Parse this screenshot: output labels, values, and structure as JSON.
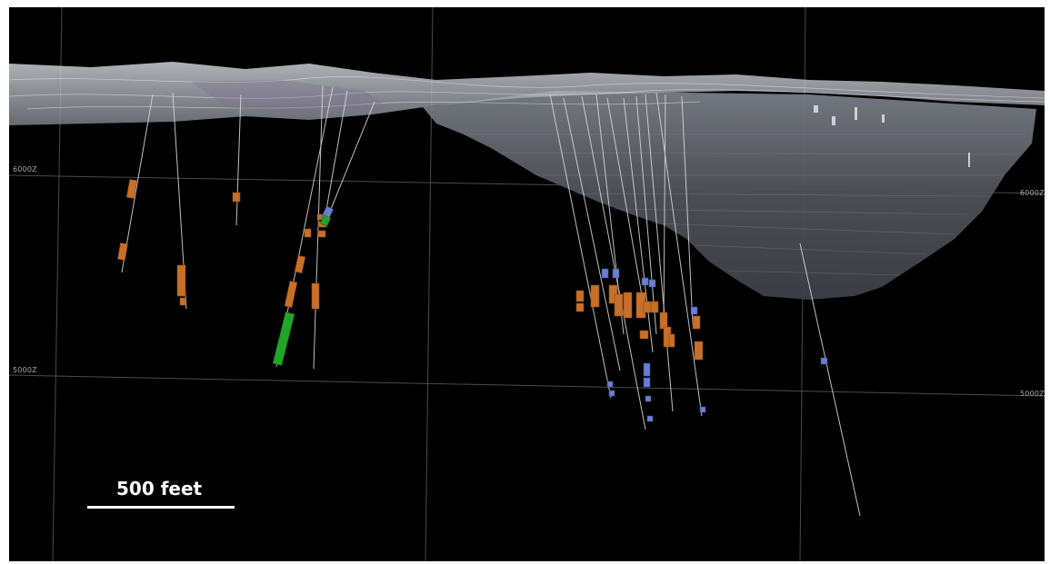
{
  "elevation_labels": {
    "upper_left": "6000Z",
    "upper_right": "6000Z",
    "lower_left": "5000Z",
    "lower_right": "5000Z"
  },
  "scale": {
    "label": "500 feet"
  },
  "colors": {
    "background": "#000000",
    "pit_shell": "#5c6068",
    "surface": "#b8bcc4",
    "drill_trace": "#d0d0d0",
    "intercept_orange": "#c8702a",
    "intercept_blue": "#6a7fd0",
    "intercept_green": "#22a32a",
    "grid": "#4a4a4a"
  }
}
